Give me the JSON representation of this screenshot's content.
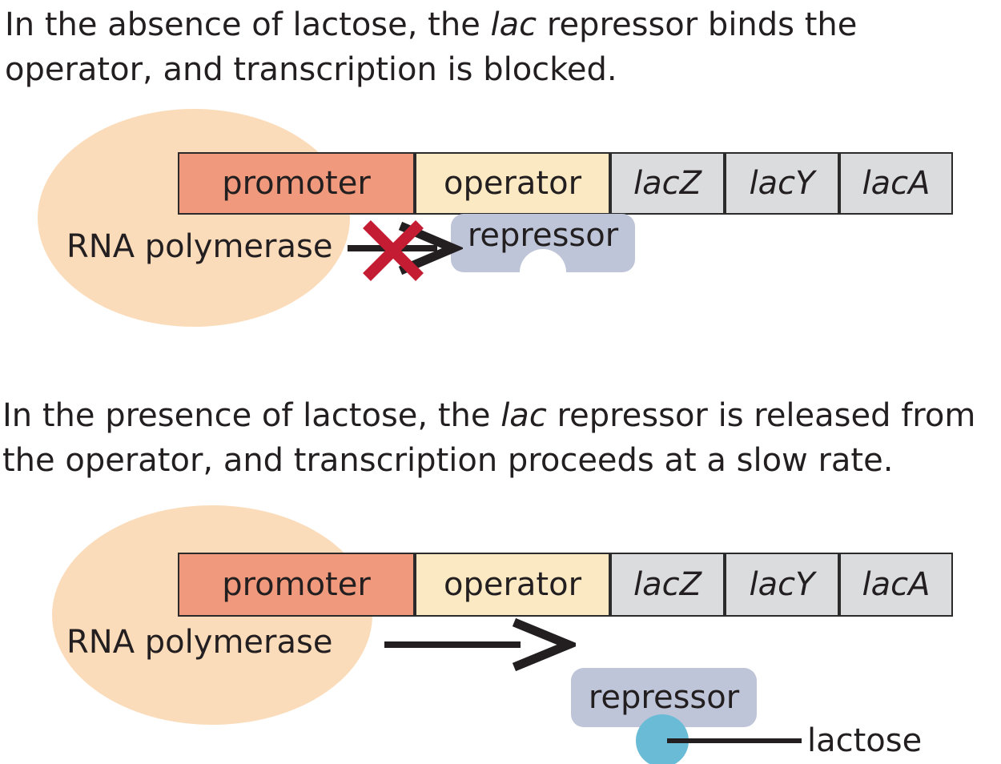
{
  "colors": {
    "background": "#ffffff",
    "ink": "#231f20",
    "peach": "#fbdcba",
    "promoter": "#f0997c",
    "operator": "#fae9c3",
    "gene": "#dbdcdd",
    "border": "#2b2b2b",
    "repressor": "#bfc5d8",
    "lactose": "#69bbd6",
    "xred": "#c41d33",
    "arrow": "#231f20"
  },
  "panels": [
    {
      "caption": {
        "pre": "In the absence of lactose, the ",
        "italic": "lac",
        "post": " repressor binds the operator, and transcription is blocked."
      },
      "polymerase_label": "RNA polymerase",
      "dna_segments": [
        {
          "label": "promoter",
          "type": "promoter"
        },
        {
          "label": "operator",
          "type": "operator"
        },
        {
          "label": "lacZ",
          "type": "gene"
        },
        {
          "label": "lacY",
          "type": "gene"
        },
        {
          "label": "lacA",
          "type": "gene"
        }
      ],
      "repressor_label": "repressor",
      "transcription_blocked": true
    },
    {
      "caption": {
        "pre": "In the presence of lactose, the ",
        "italic": "lac",
        "post": " repressor is released from the operator, and transcription proceeds at a slow rate."
      },
      "polymerase_label": "RNA polymerase",
      "dna_segments": [
        {
          "label": "promoter",
          "type": "promoter"
        },
        {
          "label": "operator",
          "type": "operator"
        },
        {
          "label": "lacZ",
          "type": "gene"
        },
        {
          "label": "lacY",
          "type": "gene"
        },
        {
          "label": "lacA",
          "type": "gene"
        }
      ],
      "repressor_label": "repressor",
      "lactose_label": "lactose",
      "transcription_blocked": false
    }
  ]
}
